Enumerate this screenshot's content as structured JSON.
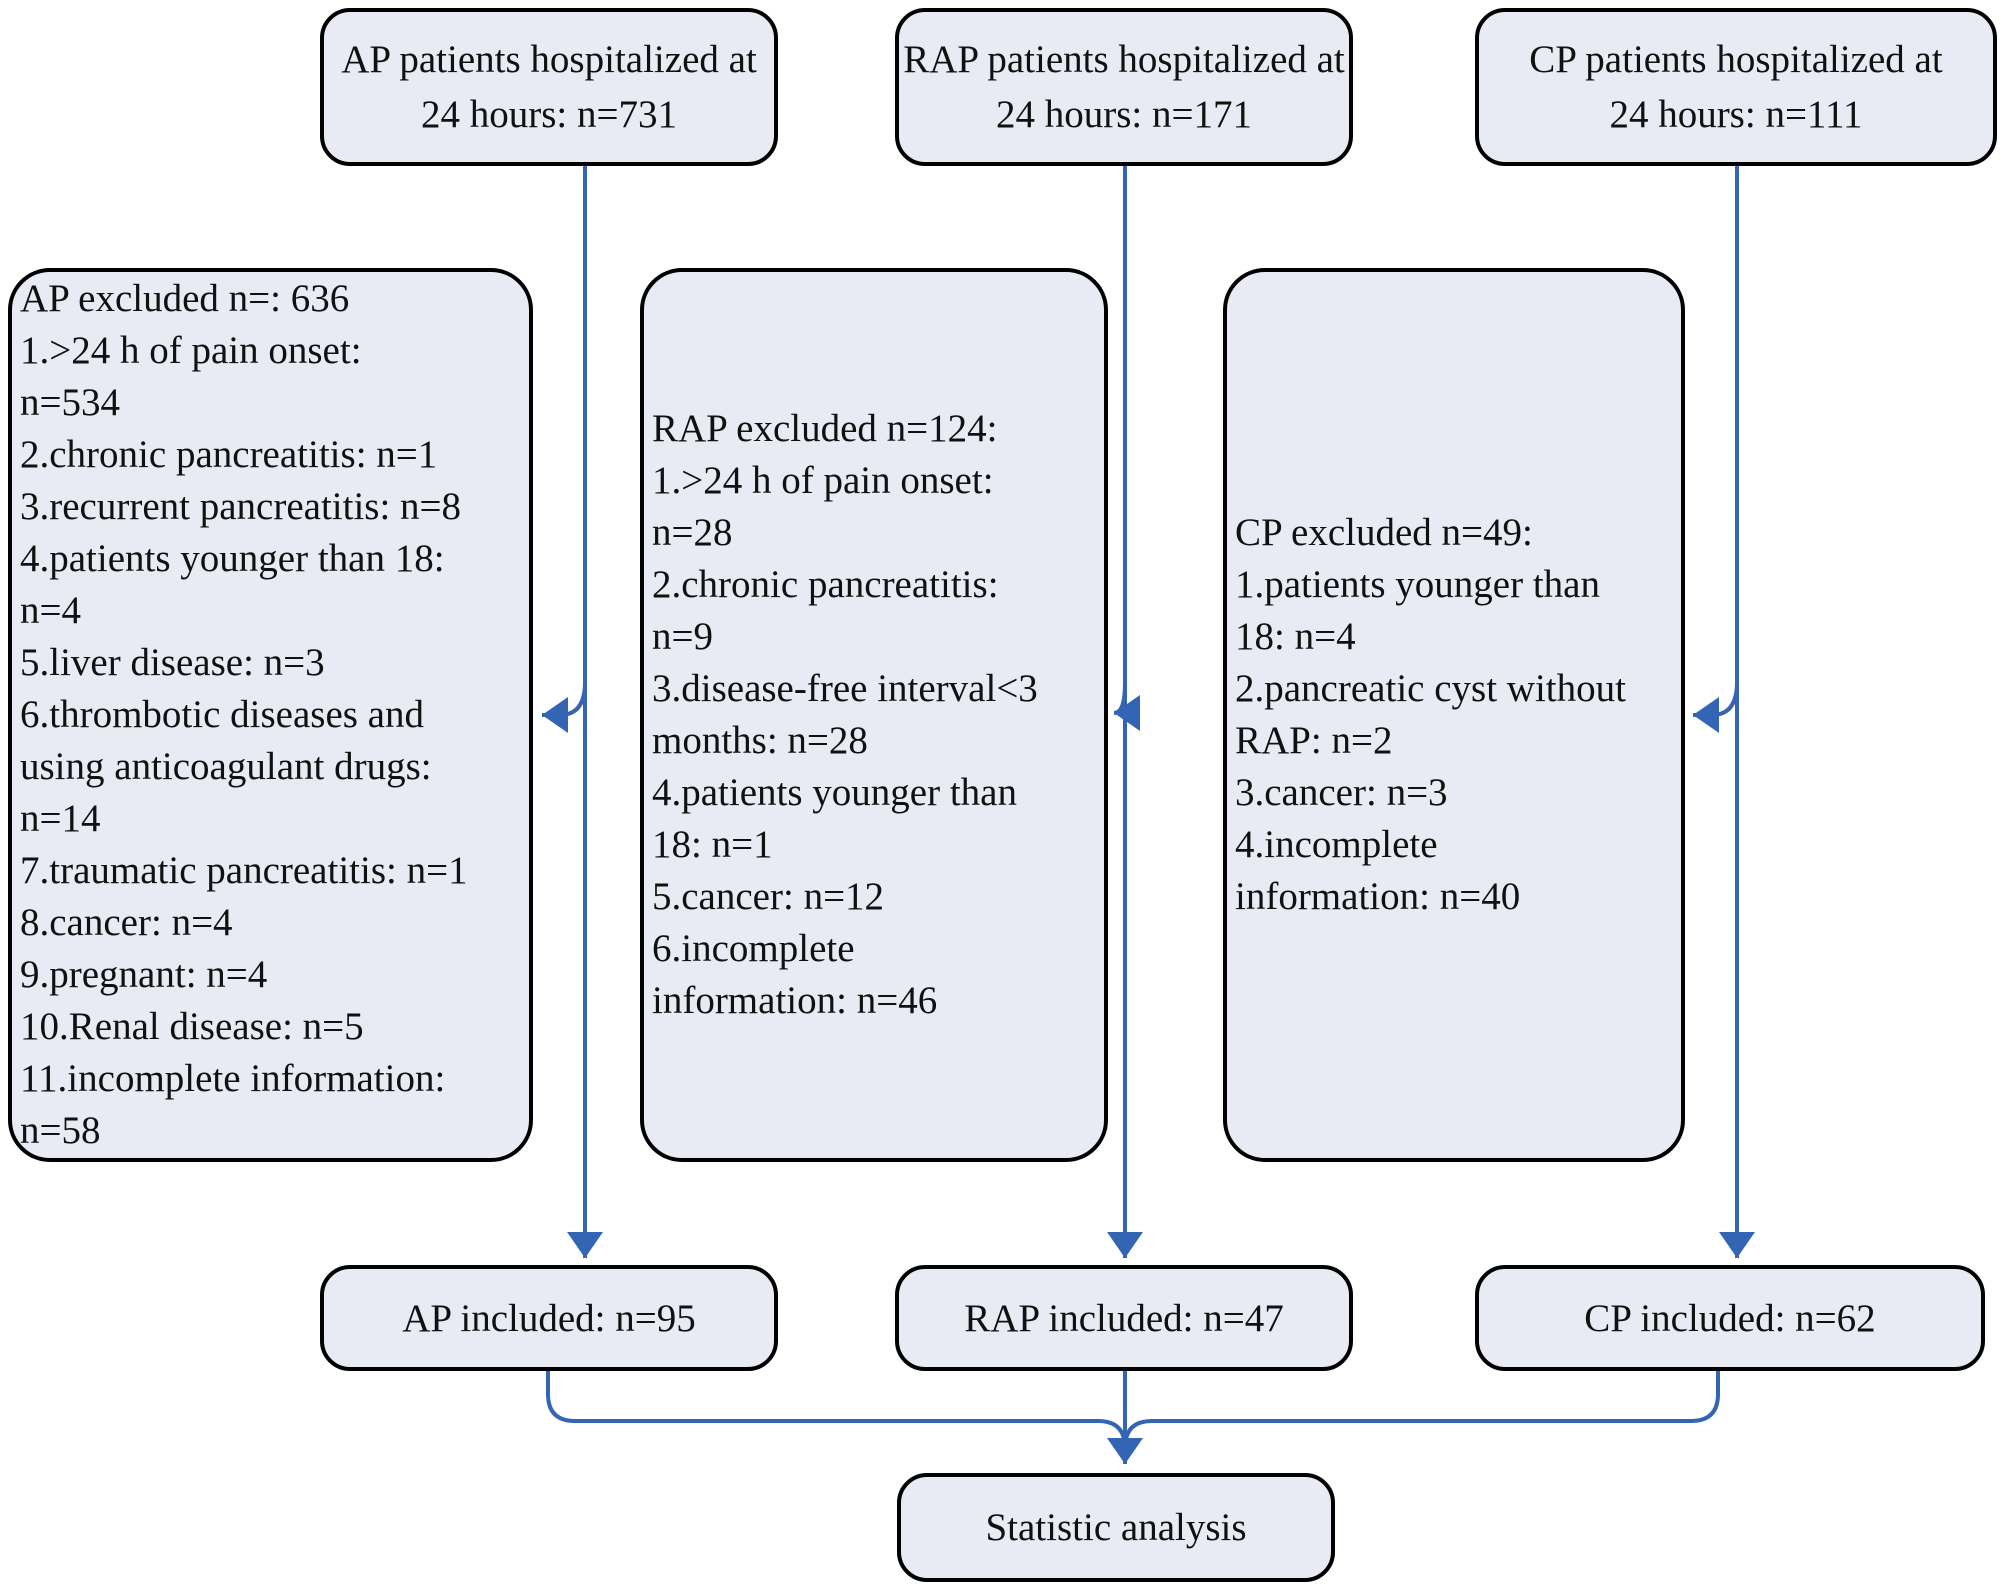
{
  "colors": {
    "box_fill": "#e8eaf4",
    "box_border": "#000000",
    "arrow": "#3465b4",
    "text": "#111111"
  },
  "top_row": [
    {
      "id": "ap",
      "text": "AP patients hospitalized at\n24 hours: n=731"
    },
    {
      "id": "rap",
      "text": "RAP patients hospitalized at\n24 hours: n=171"
    },
    {
      "id": "cp",
      "text": "CP patients hospitalized at\n24 hours: n=111"
    }
  ],
  "exclusion_row": [
    {
      "id": "ap-excluded",
      "text": "AP excluded n=: 636\n1.>24 h of pain onset:\nn=534\n2.chronic pancreatitis: n=1\n3.recurrent pancreatitis: n=8\n4.patients younger than 18:\nn=4\n5.liver disease: n=3\n6.thrombotic diseases and\nusing anticoagulant drugs:\nn=14\n7.traumatic pancreatitis: n=1\n8.cancer: n=4\n9.pregnant: n=4\n10.Renal disease: n=5\n11.incomplete information:\nn=58"
    },
    {
      "id": "rap-excluded",
      "text": "RAP excluded n=124:\n1.>24 h of pain onset:\nn=28\n2.chronic pancreatitis:\nn=9\n3.disease-free interval<3\nmonths: n=28\n4.patients younger than\n18: n=1\n5.cancer: n=12\n6.incomplete\ninformation: n=46"
    },
    {
      "id": "cp-excluded",
      "text": "CP excluded n=49:\n1.patients younger than\n18: n=4\n2.pancreatic cyst without\nRAP: n=2\n3.cancer: n=3\n4.incomplete\ninformation: n=40"
    }
  ],
  "included_row": [
    {
      "id": "ap-included",
      "text": "AP included: n=95"
    },
    {
      "id": "rap-included",
      "text": "RAP included: n=47"
    },
    {
      "id": "cp-included",
      "text": "CP included: n=62"
    }
  ],
  "final_box": {
    "text": "Statistic analysis"
  }
}
